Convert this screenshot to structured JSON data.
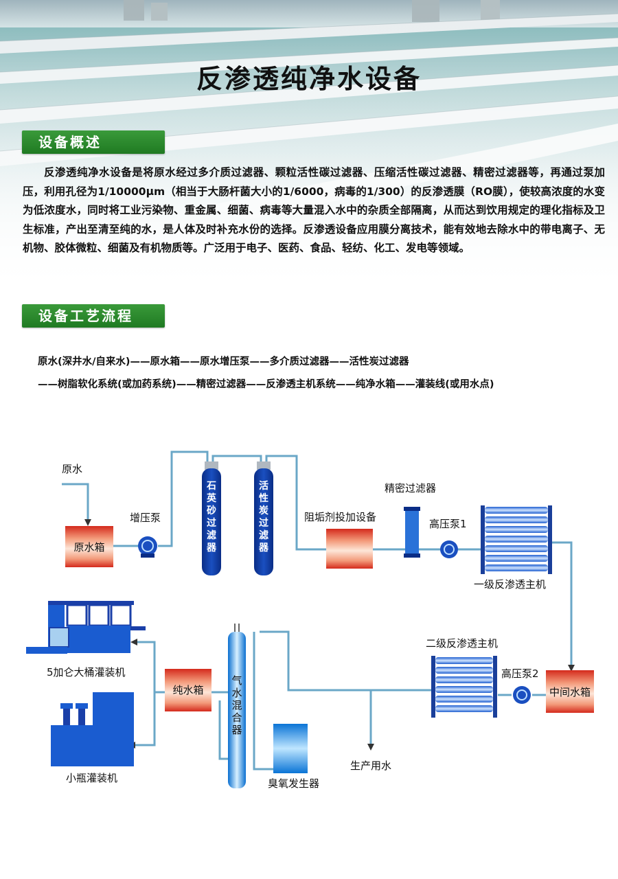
{
  "title": "反渗透纯净水设备",
  "section_overview": "设备概述",
  "overview_text": "反渗透纯净水设备是将原水经过多介质过滤器、颗粒活性碳过滤器、压缩活性碳过滤器、精密过滤器等，再通过泵加压，利用孔径为1/10000μm（相当于大肠杆菌大小的1/6000，病毒的1/300）的反渗透膜（RO膜），使较高浓度的水变为低浓度水，同时将工业污染物、重金属、细菌、病毒等大量混入水中的杂质全部隔离，从而达到饮用规定的理化指标及卫生标准，产出至清至纯的水，是人体及时补充水份的选择。反渗透设备应用膜分离技术，能有效地去除水中的带电离子、无机物、胶体微粒、细菌及有机物质等。广泛用于电子、医药、食品、轻纺、化工、发电等领域。",
  "section_process": "设备工艺流程",
  "flow_line1": "原水(深井水/自来水)——原水箱——原水增压泵——多介质过滤器——活性炭过滤器",
  "flow_line2": "——树脂软化系统(或加药系统)——精密过滤器——反渗透主机系统——纯净水箱——灌装线(或用水点)",
  "diagram": {
    "raw_water": "原水",
    "raw_tank": "原水箱",
    "booster_pump": "增压泵",
    "quartz_filter": [
      "石",
      "英",
      "砂",
      "过",
      "滤",
      "器"
    ],
    "carbon_filter": [
      "活",
      "性",
      "炭",
      "过",
      "滤",
      "器"
    ],
    "antiscalant": "阻垢剂投加设备",
    "precision_filter": "精密过滤器",
    "high_pump_1": "高压泵1",
    "ro_stage_1": "一级反渗透主机",
    "ro_stage_2": "二级反渗透主机",
    "high_pump_2": "高压泵2",
    "middle_tank": "中间水箱",
    "pure_tank": "纯水箱",
    "gas_mixer": [
      "气",
      "水",
      "混",
      "合",
      "器"
    ],
    "ozone": "臭氧发生器",
    "production_water": "生产用水",
    "filler_5gal": "5加仑大桶灌装机",
    "filler_small": "小瓶灌装机"
  }
}
